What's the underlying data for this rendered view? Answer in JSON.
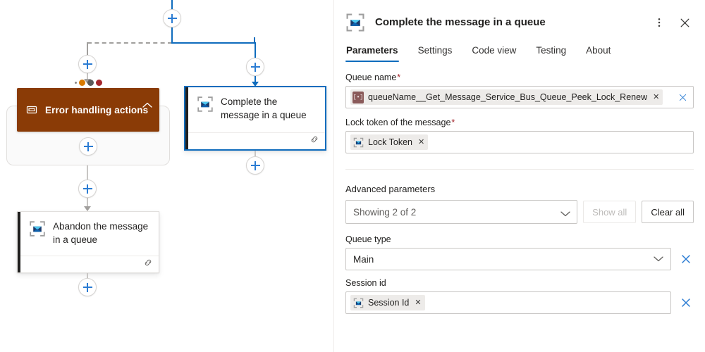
{
  "canvas": {
    "nodes": [
      {
        "id": "scope-error-handling",
        "title": "Error handling actions",
        "icon": "scope-icon",
        "type": "scope",
        "collapse_icon": "chevron-up-icon",
        "status_dots": [
          "#d97a00",
          "#5a5a5a",
          "#a4262c"
        ]
      },
      {
        "id": "complete-message",
        "title": "Complete the message in a queue",
        "icon": "service-bus-icon",
        "type": "action",
        "selected": true,
        "footer_icon": "connection-icon"
      },
      {
        "id": "abandon-message",
        "title": "Abandon the message in a queue",
        "icon": "service-bus-icon",
        "type": "action",
        "selected": false,
        "footer_icon": "connection-icon"
      }
    ],
    "add_buttons": [
      {
        "name": "add-step-top",
        "icon": "plus-icon"
      },
      {
        "name": "add-step-scope-branch",
        "icon": "plus-icon"
      },
      {
        "name": "add-step-complete-branch",
        "icon": "plus-icon"
      },
      {
        "name": "add-step-inside-scope",
        "icon": "plus-icon"
      },
      {
        "name": "add-step-after-scope",
        "icon": "plus-icon"
      },
      {
        "name": "add-step-after-complete",
        "icon": "plus-icon"
      },
      {
        "name": "add-step-after-abandon",
        "icon": "plus-icon"
      }
    ]
  },
  "panel": {
    "title": "Complete the message in a queue",
    "icon": "service-bus-icon",
    "more_icon": "more-vertical-icon",
    "close_icon": "close-icon",
    "tabs": [
      {
        "label": "Parameters",
        "active": true
      },
      {
        "label": "Settings",
        "active": false
      },
      {
        "label": "Code view",
        "active": false
      },
      {
        "label": "Testing",
        "active": false
      },
      {
        "label": "About",
        "active": false
      }
    ],
    "fields": {
      "queue_name": {
        "label": "Queue name",
        "required": true,
        "required_mark": "*",
        "token": {
          "text": "queueName__Get_Message_Service_Bus_Queue_Peek_Lock_Renew",
          "icon": "variable-token-icon",
          "icon_glyph": "[•]",
          "remove_icon": "token-remove-icon"
        },
        "clear_icon": "clear-field-icon"
      },
      "lock_token": {
        "label": "Lock token of the message",
        "required": true,
        "required_mark": "*",
        "token": {
          "text": "Lock Token",
          "icon": "service-bus-token-icon",
          "remove_icon": "token-remove-icon"
        }
      },
      "queue_type": {
        "label": "Queue type",
        "value": "Main",
        "chevron_icon": "chevron-down-icon",
        "remove_icon": "remove-parameter-icon"
      },
      "session_id": {
        "label": "Session id",
        "token": {
          "text": "Session Id",
          "icon": "service-bus-token-icon",
          "remove_icon": "token-remove-icon"
        },
        "remove_icon": "remove-parameter-icon"
      }
    },
    "advanced": {
      "title": "Advanced parameters",
      "selector_value": "Showing 2 of 2",
      "chevron_icon": "chevron-down-icon",
      "show_all_label": "Show all",
      "show_all_disabled": true,
      "clear_all_label": "Clear all"
    }
  },
  "colors": {
    "accent_blue": "#0f6cbd",
    "scope_brown": "#8a3b06",
    "required_red": "#a4262c",
    "edge_gray": "#c8c6c4"
  }
}
